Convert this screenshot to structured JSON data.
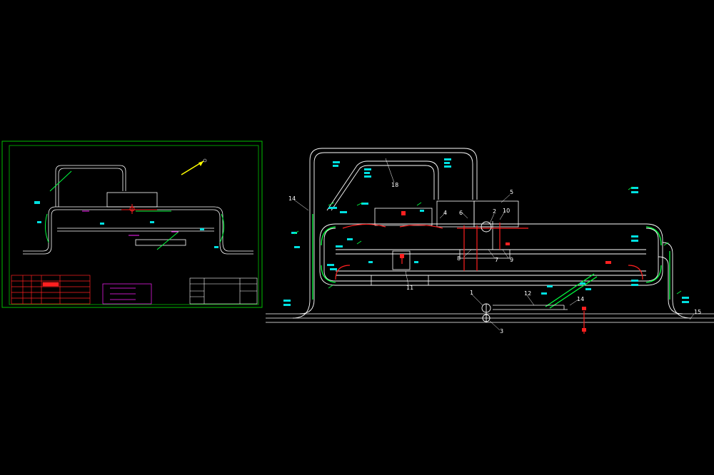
{
  "colors": {
    "background": "#000000",
    "track": "#ffffff",
    "frame": "#00c000",
    "bright_green": "#00ff40",
    "annotation": "#00e0e0",
    "highlight": "#ff2020",
    "table_frame": "#ff2020",
    "legend_frame": "#ff20ff"
  },
  "callouts": {
    "c1": "1",
    "c2": "2",
    "c3": "3",
    "c4": "4",
    "c5": "5",
    "c6": "6",
    "c7": "7",
    "c8": "8",
    "c9": "9",
    "c10": "10",
    "c11": "11",
    "c12": "12",
    "c14a": "14",
    "c14b": "14",
    "c15": "15",
    "c18": "18"
  },
  "thumbnail": {
    "arrow_icon": "north-arrow-icon"
  }
}
